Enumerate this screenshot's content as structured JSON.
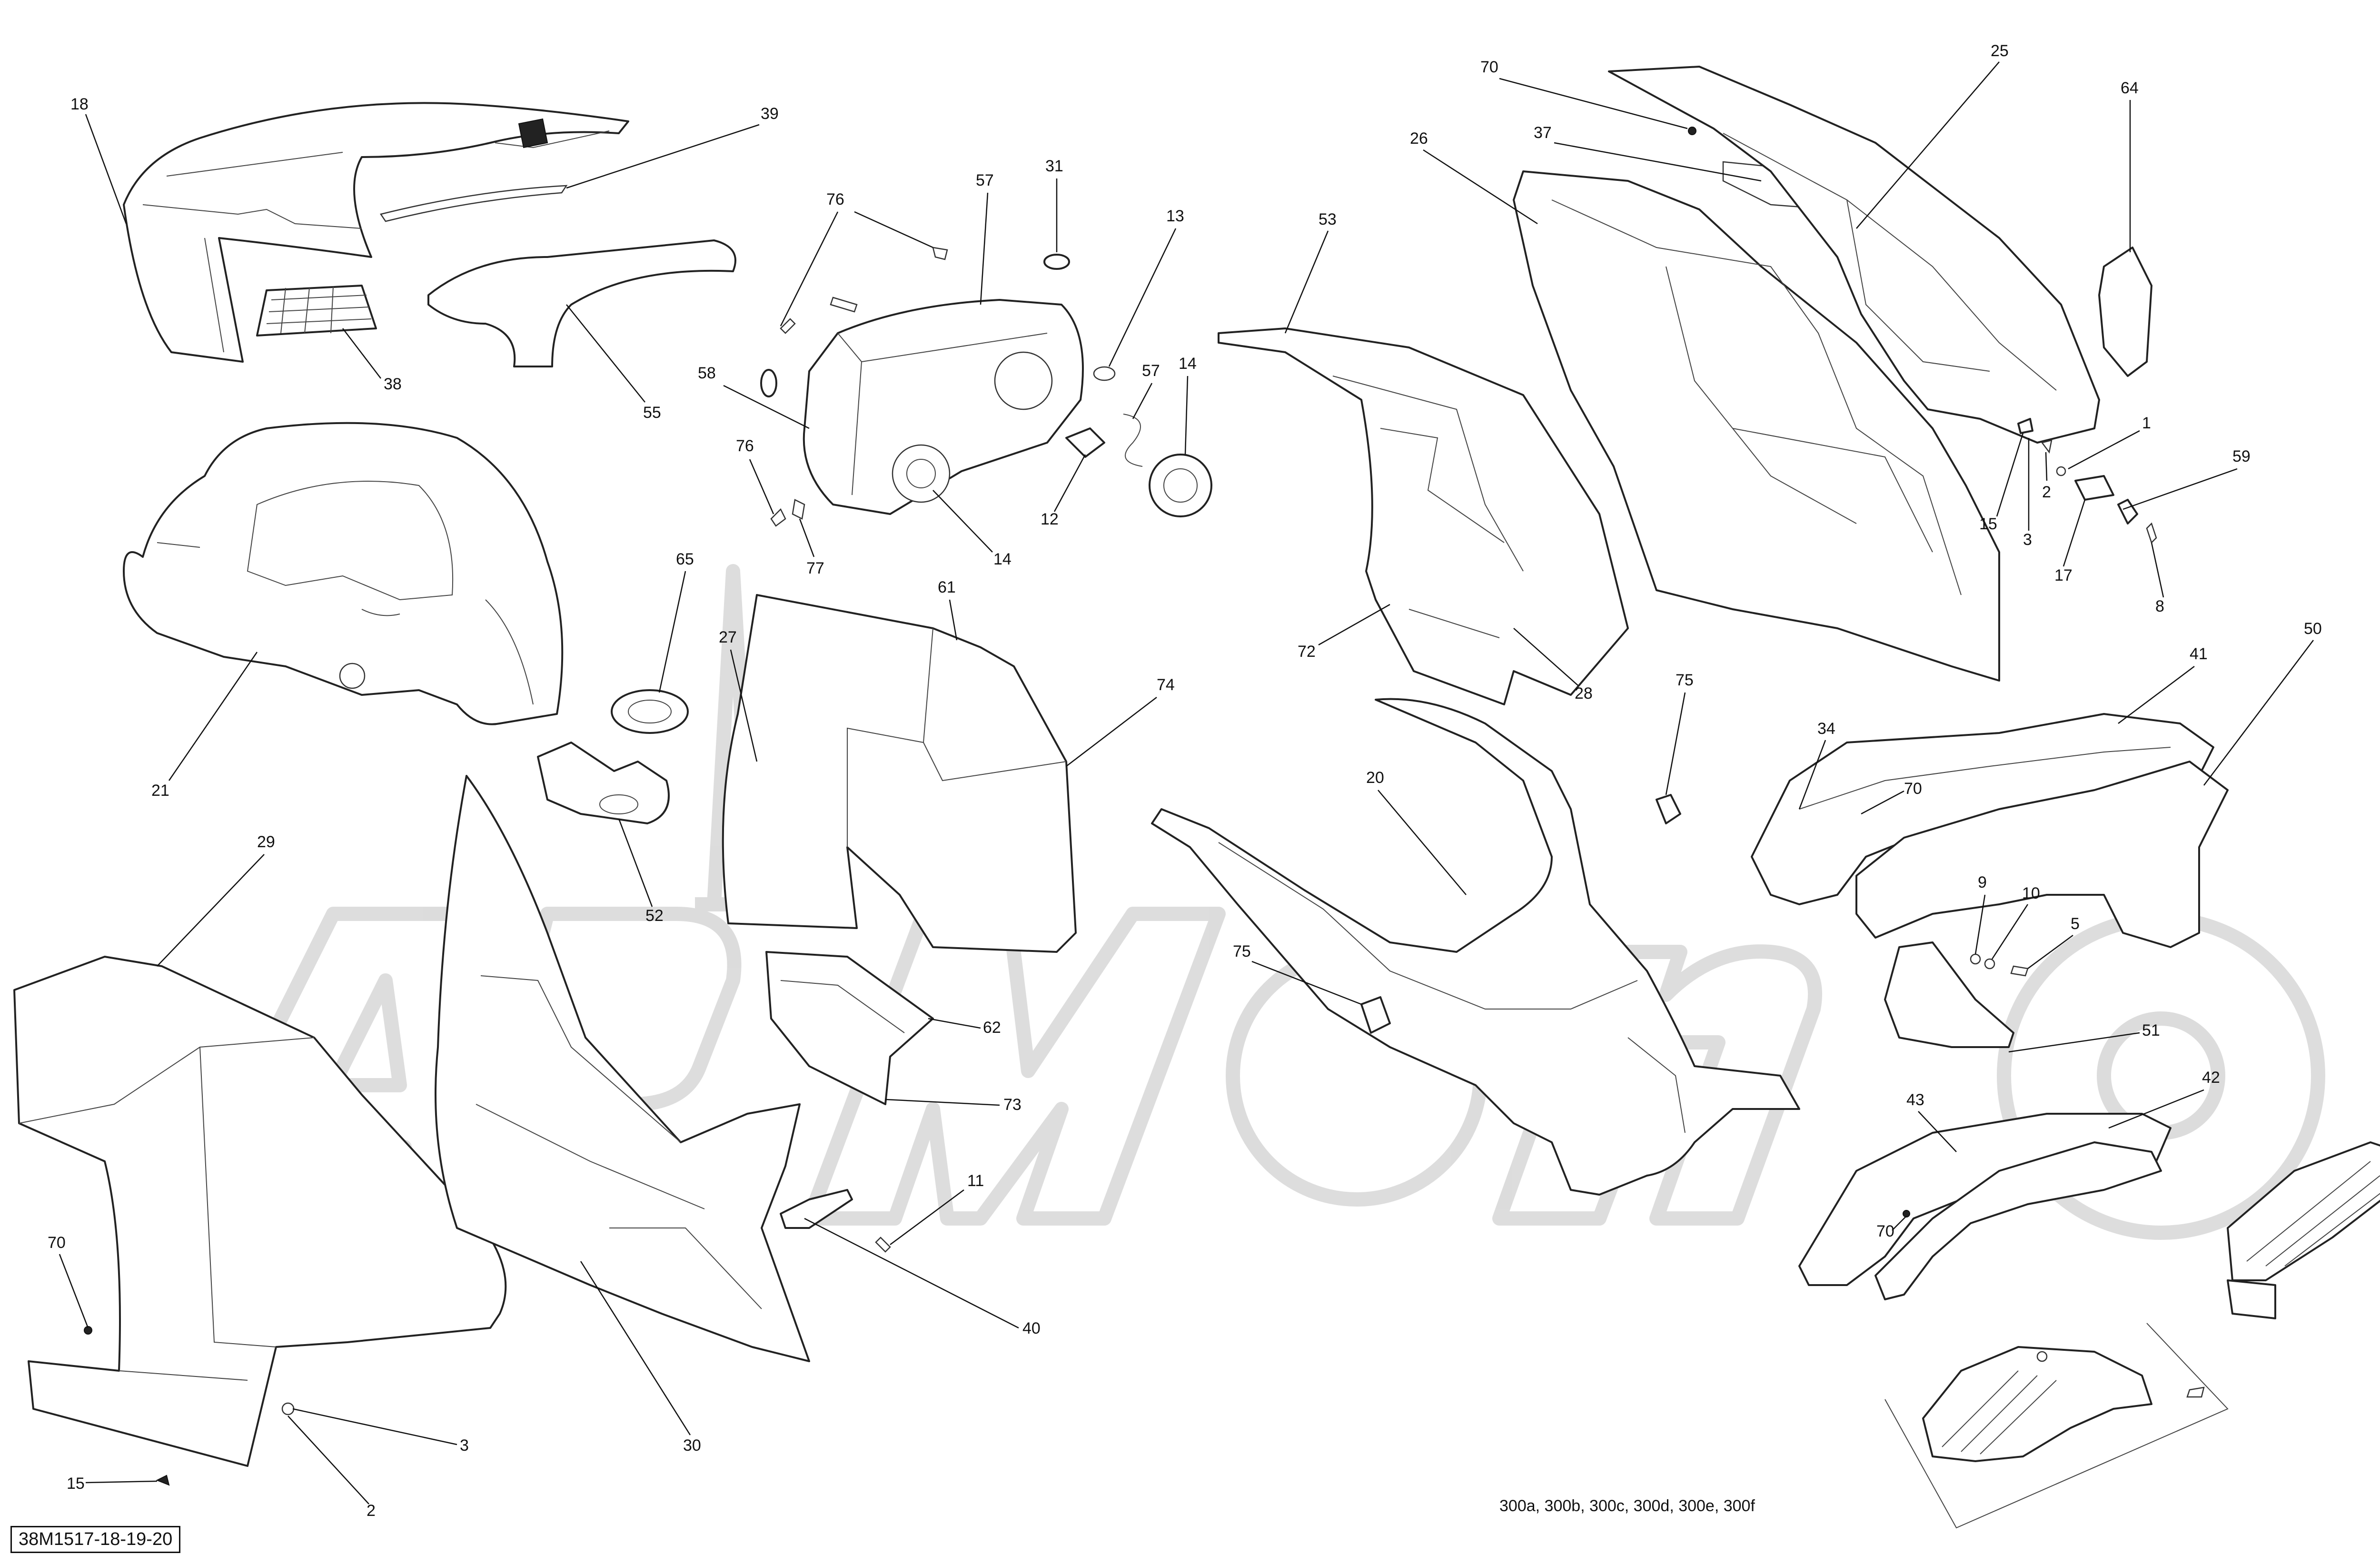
{
  "diagram_id": "38M1517-18-19-20",
  "variants_label": "300a, 300b, 300c, 300d, 300e, 300f",
  "callouts": [
    "18",
    "39",
    "38",
    "55",
    "76",
    "57",
    "31",
    "13",
    "58",
    "76",
    "77",
    "14",
    "12",
    "57",
    "14",
    "21",
    "65",
    "52",
    "29",
    "27",
    "61",
    "74",
    "62",
    "73",
    "70",
    "3",
    "2",
    "15",
    "30",
    "11",
    "40",
    "70",
    "37",
    "26",
    "25",
    "64",
    "53",
    "72",
    "28",
    "20",
    "75",
    "75",
    "1",
    "59",
    "2",
    "15",
    "3",
    "17",
    "8",
    "34",
    "70",
    "41",
    "50",
    "9",
    "10",
    "5",
    "51",
    "43",
    "42",
    "70"
  ]
}
